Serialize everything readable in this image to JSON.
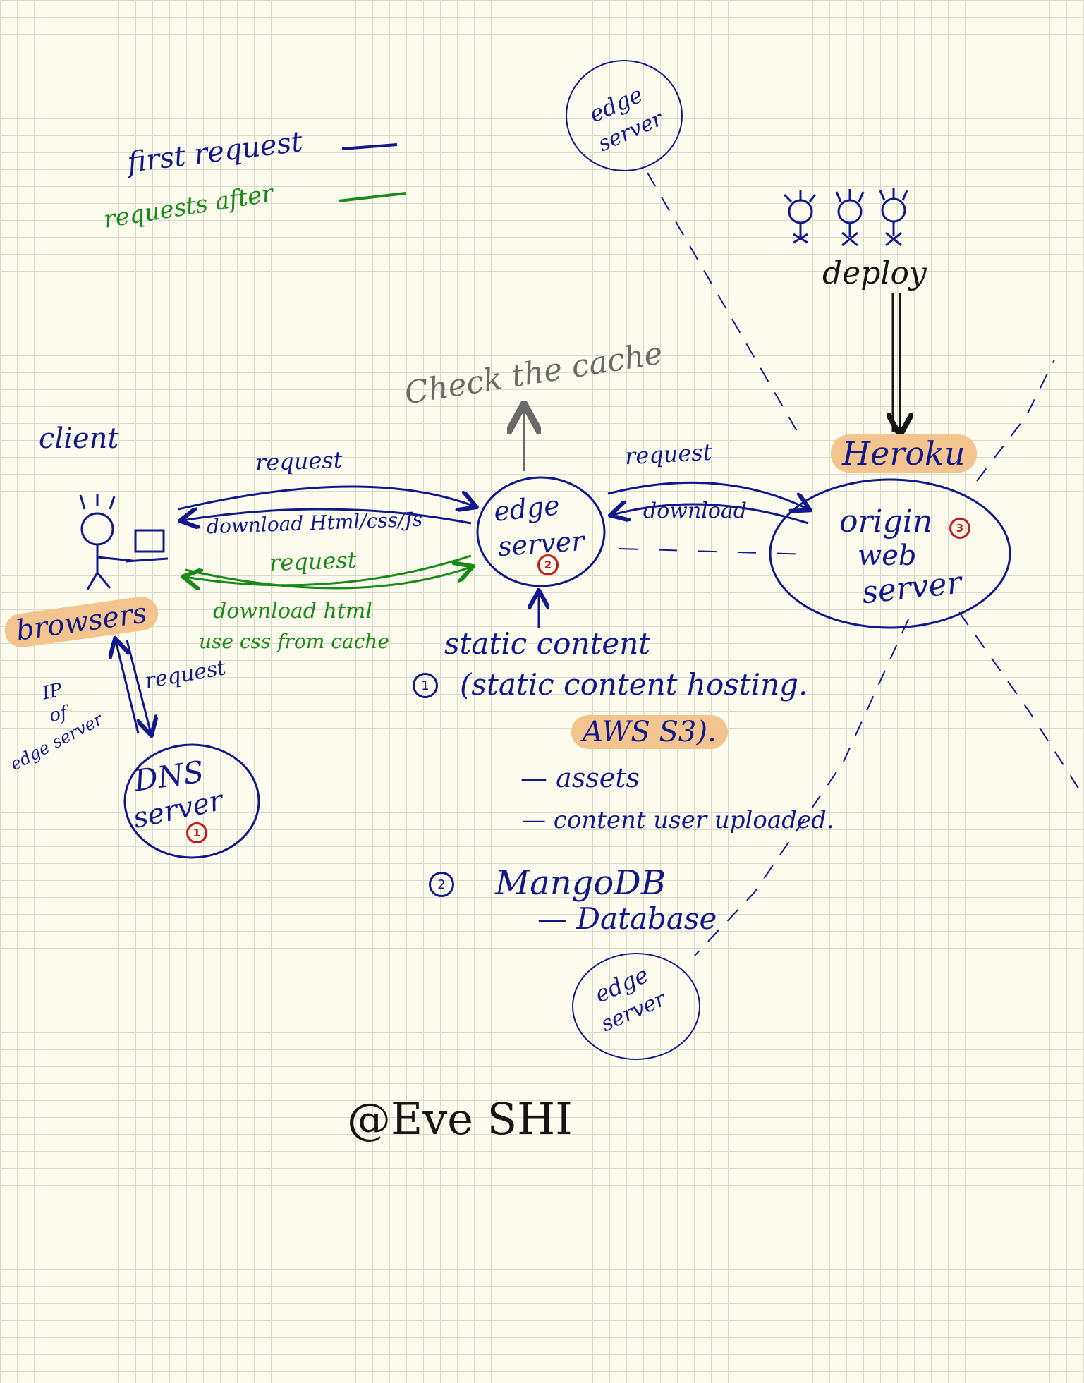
{
  "legend": {
    "first": "first request",
    "after": "requests after"
  },
  "client": {
    "label": "client",
    "browsers": "browsers"
  },
  "dns": {
    "line1": "DNS",
    "line2": "server",
    "badge": "1",
    "request": "request",
    "ip_line1": "IP",
    "ip_line2": "of",
    "ip_line3": "edge server"
  },
  "edge_main": {
    "line1": "edge",
    "line2": "server",
    "badge": "2",
    "check_cache": "Check the cache",
    "static_content": "static content"
  },
  "client_edge": {
    "request_first": "request",
    "download_first": "download Html/css/Js",
    "request_after": "request",
    "download_after_line1": "download html",
    "download_after_line2": "use css from cache"
  },
  "edge_origin": {
    "request": "request",
    "download": "download"
  },
  "origin": {
    "heroku": "Heroku",
    "line1": "origin",
    "line2": "web",
    "line3": "server",
    "badge": "3",
    "deploy": "deploy"
  },
  "edge_top": {
    "line1": "edge",
    "line2": "server"
  },
  "edge_bottom": {
    "line1": "edge",
    "line2": "server"
  },
  "notes": {
    "item1_num": "1",
    "item1_line1": "(static content hosting.",
    "item1_line2": "AWS S3).",
    "item1_sub1": "— assets",
    "item1_sub2": "— content user uploaded.",
    "item2_num": "2",
    "item2_title": "MangoDB",
    "item2_sub1": "— Database"
  },
  "signature": "@Eve SHI",
  "colors": {
    "navy": "#10188c",
    "green": "#178a17",
    "gray": "#6a6a6a",
    "red": "#c81818",
    "highlight": "#f4c48f",
    "paper": "#fdfbee"
  }
}
